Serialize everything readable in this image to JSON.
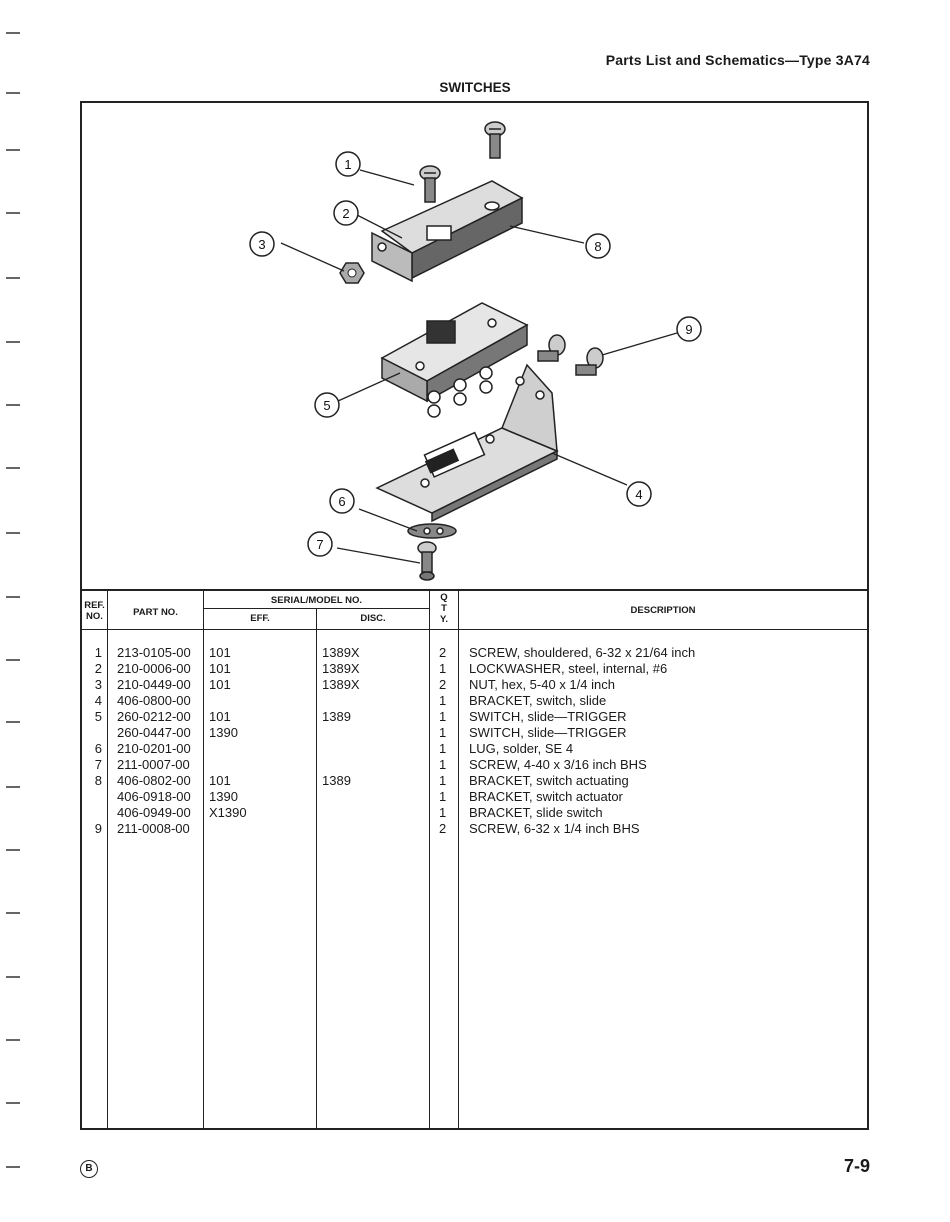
{
  "header": {
    "title": "Parts List and Schematics—Type 3A74"
  },
  "section": {
    "title": "SWITCHES"
  },
  "callouts": [
    "1",
    "2",
    "3",
    "4",
    "5",
    "6",
    "7",
    "8",
    "9"
  ],
  "table": {
    "headers": {
      "ref": "REF.",
      "ref2": "NO.",
      "part": "PART NO.",
      "serial": "SERIAL/MODEL NO.",
      "eff": "EFF.",
      "disc": "DISC.",
      "q1": "Q",
      "q2": "T",
      "q3": "Y.",
      "desc": "DESCRIPTION"
    },
    "rows": [
      {
        "ref": "1",
        "part": "213-0105-00",
        "eff": "101",
        "disc": "1389X",
        "qty": "2",
        "desc": "SCREW, shouldered, 6-32 x 21/64 inch"
      },
      {
        "ref": "2",
        "part": "210-0006-00",
        "eff": "101",
        "disc": "1389X",
        "qty": "1",
        "desc": "LOCKWASHER, steel, internal, #6"
      },
      {
        "ref": "3",
        "part": "210-0449-00",
        "eff": "101",
        "disc": "1389X",
        "qty": "2",
        "desc": "NUT, hex, 5-40 x 1/4 inch"
      },
      {
        "ref": "4",
        "part": "406-0800-00",
        "eff": "",
        "disc": "",
        "qty": "1",
        "desc": "BRACKET, switch, slide"
      },
      {
        "ref": "5",
        "part": "260-0212-00",
        "eff": "101",
        "disc": "1389",
        "qty": "1",
        "desc": "SWITCH, slide—TRIGGER"
      },
      {
        "ref": "",
        "part": "260-0447-00",
        "eff": "1390",
        "disc": "",
        "qty": "1",
        "desc": "SWITCH, slide—TRIGGER"
      },
      {
        "ref": "6",
        "part": "210-0201-00",
        "eff": "",
        "disc": "",
        "qty": "1",
        "desc": "LUG, solder, SE 4"
      },
      {
        "ref": "7",
        "part": "211-0007-00",
        "eff": "",
        "disc": "",
        "qty": "1",
        "desc": "SCREW, 4-40 x 3/16 inch BHS"
      },
      {
        "ref": "8",
        "part": "406-0802-00",
        "eff": "101",
        "disc": "1389",
        "qty": "1",
        "desc": "BRACKET, switch actuating"
      },
      {
        "ref": "",
        "part": "406-0918-00",
        "eff": "1390",
        "disc": "",
        "qty": "1",
        "desc": "BRACKET, switch actuator"
      },
      {
        "ref": "",
        "part": "406-0949-00",
        "eff": "X1390",
        "disc": "",
        "qty": "1",
        "desc": "BRACKET, slide switch"
      },
      {
        "ref": "9",
        "part": "211-0008-00",
        "eff": "",
        "disc": "",
        "qty": "2",
        "desc": "SCREW, 6-32 x 1/4 inch BHS"
      }
    ]
  },
  "footer": {
    "mark": "B",
    "page": "7-9"
  }
}
